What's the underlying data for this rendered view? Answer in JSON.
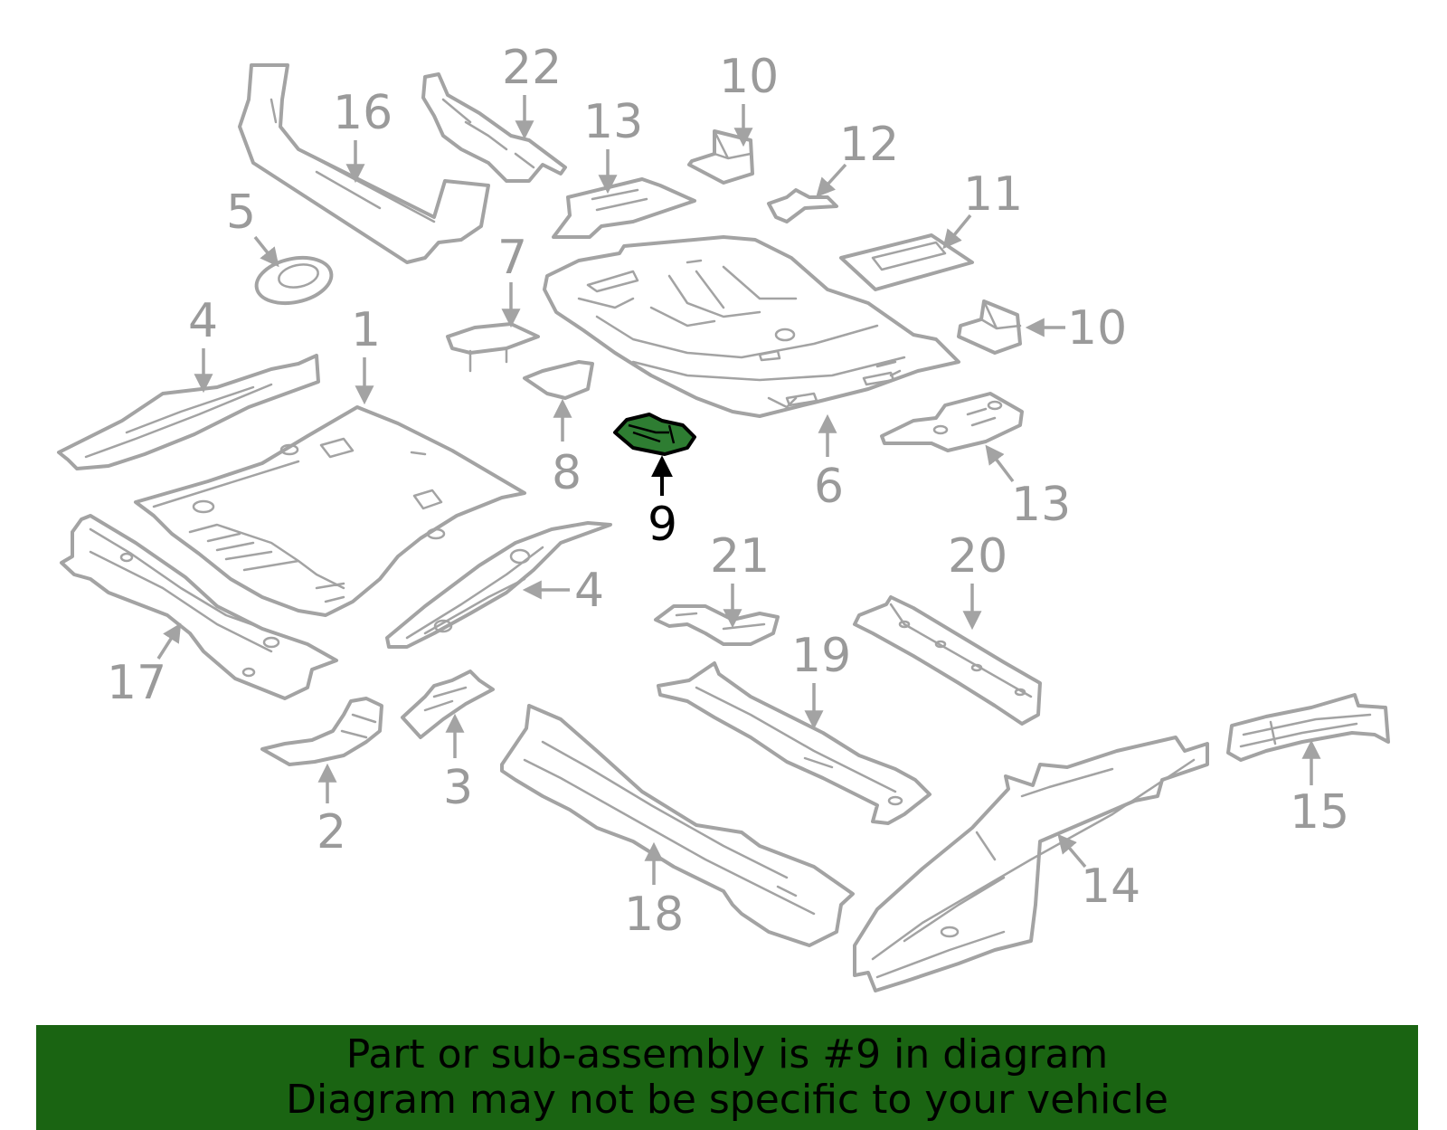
{
  "diagram": {
    "callouts": {
      "c1": "1",
      "c2": "2",
      "c3": "3",
      "c4a": "4",
      "c4b": "4",
      "c5": "5",
      "c6": "6",
      "c7": "7",
      "c8": "8",
      "c9": "9",
      "c10a": "10",
      "c10b": "10",
      "c11": "11",
      "c12": "12",
      "c13a": "13",
      "c13b": "13",
      "c14": "14",
      "c15": "15",
      "c16": "16",
      "c17": "17",
      "c18": "18",
      "c19": "19",
      "c20": "20",
      "c21": "21",
      "c22": "22"
    },
    "highlight_color": "#2e7d32",
    "part_color": "#a3a3a3"
  },
  "banner": {
    "line1": "Part or sub-assembly is #9 in diagram",
    "line2": "Diagram may not be specific to your vehicle",
    "color": "#1a6412"
  }
}
